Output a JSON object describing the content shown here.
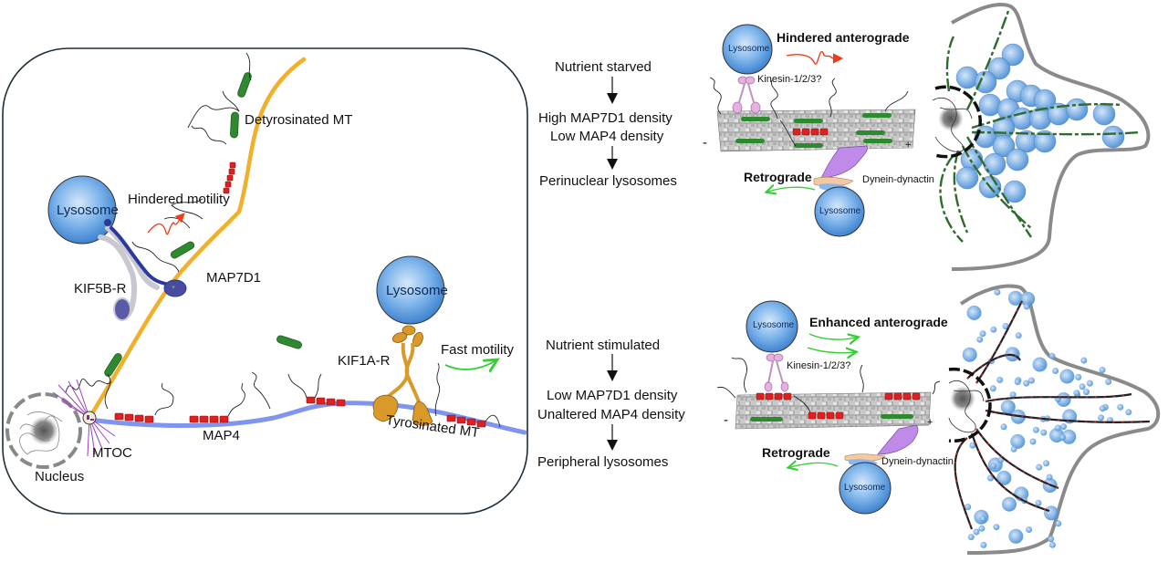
{
  "left_panel": {
    "labels": {
      "detyrosinated_mt": "Detyrosinated MT",
      "hindered_motility": "Hindered motility",
      "lysosome_1": "Lysosome",
      "kif5b_r": "KIF5B-R",
      "map7d1": "MAP7D1",
      "lysosome_2": "Lysosome",
      "kif1a_r": "KIF1A-R",
      "fast_motility": "Fast motility",
      "map4": "MAP4",
      "tyrosinated_mt": "Tyrosinated MT",
      "mtoc": "MTOC",
      "nucleus": "Nucleus"
    }
  },
  "top_panel": {
    "flow": [
      "Nutrient starved",
      "High MAP7D1 density",
      "Low MAP4 density",
      "Perinuclear lysosomes"
    ],
    "anterograde_label": "Hindered anterograde",
    "kinesin_label": "Kinesin-1/2/3?",
    "retrograde_label": "Retrograde",
    "dynein_label": "Dynein-dynactin",
    "lysosome_label": "Lysosome",
    "minus_end": "-",
    "plus_end": "+"
  },
  "bottom_panel": {
    "flow": [
      "Nutrient stimulated",
      "Low MAP7D1 density",
      "Unaltered MAP4 density",
      "Peripheral lysosomes"
    ],
    "anterograde_label": "Enhanced anterograde",
    "kinesin_label": "Kinesin-1/2/3?",
    "retrograde_label": "Retrograde",
    "dynein_label": "Dynein-dynactin",
    "lysosome_label": "Lysosome",
    "minus_end": "-",
    "plus_end": "+"
  },
  "colors": {
    "lysosome_fill": "#6aa6e0",
    "lysosome_dark": "#3f82cf",
    "detyrosinated_mt": "#f2b02a",
    "tyrosinated_mt": "#7f95f0",
    "map7d1": "#2f8a2f",
    "map4": "#e02020",
    "kif5b": "#2a3a9a",
    "kif1a": "#d99a2a",
    "mtoc": "#9b3fbf",
    "hindered_arrow": "#f03a1a",
    "fast_arrow": "#33d033",
    "kinesin": "#e6b0e0",
    "dynein": "#c08ae8",
    "cell_outline": "#8a8a8a",
    "box_border": "#1f2d38"
  }
}
